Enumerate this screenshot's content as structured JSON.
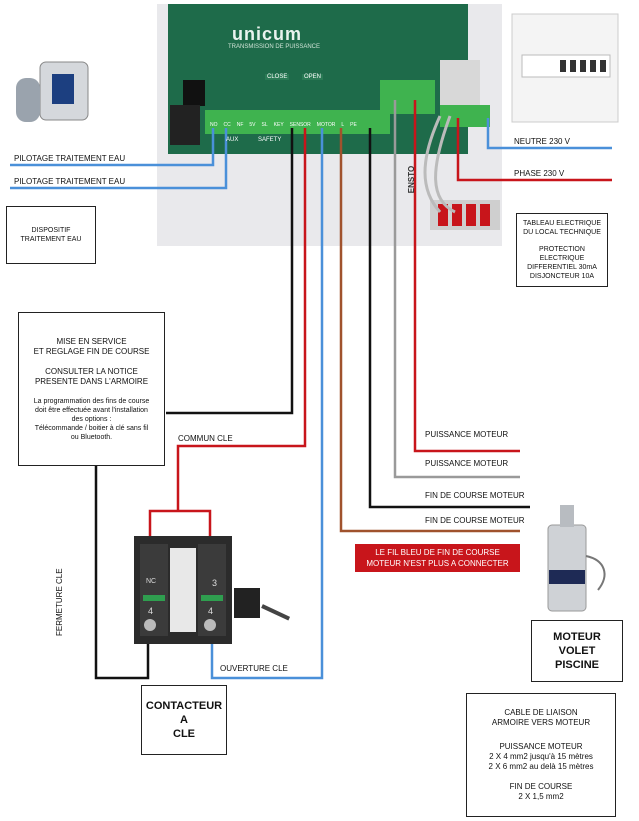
{
  "board": {
    "brand": "unicum",
    "subtitle": "TRANSMISSION DE PUISSANCE",
    "terminals": [
      "NO",
      "CC",
      "NF",
      "5V",
      "SL",
      "KEY",
      "SENSOR",
      "MOTOR",
      "L",
      "PE"
    ],
    "close_label": "CLOSE",
    "open_label": "OPEN",
    "aux_label": "AUX",
    "safety_label": "SAFETY",
    "ensto_label": "ENSTO"
  },
  "labels": {
    "pilotage1": "PILOTAGE TRAITEMENT EAU",
    "pilotage2": "PILOTAGE TRAITEMENT EAU",
    "neutre": "NEUTRE 230 V",
    "phase": "PHASE 230 V",
    "commun_cle": "COMMUN CLE",
    "puissance1": "PUISSANCE MOTEUR",
    "puissance2": "PUISSANCE MOTEUR",
    "fin_course1": "FIN DE COURSE MOTEUR",
    "fin_course2": "FIN DE COURSE MOTEUR",
    "fermeture_cle": "FERMETURE CLE",
    "ouverture_cle": "OUVERTURE CLE"
  },
  "boxes": {
    "dispositif": [
      "DISPOSITIF",
      "TRAITEMENT EAU"
    ],
    "tableau": {
      "title": [
        "TABLEAU ELECTRIQUE",
        "DU LOCAL TECHNIQUE"
      ],
      "protection": [
        "PROTECTION ELECTRIQUE",
        "DIFFERENTIEL 30mA",
        "DISJONCTEUR 10A"
      ]
    },
    "mise_en_service": {
      "title": [
        "MISE EN SERVICE",
        "ET REGLAGE FIN DE COURSE"
      ],
      "notice": [
        "CONSULTER LA NOTICE",
        "PRESENTE DANS L'ARMOIRE"
      ],
      "text": [
        "La programmation des fins de course",
        "doit être effectuée avant l'installation",
        "des options :",
        "Télécommande / boitier à clé sans fil",
        "ou Bluetooth."
      ]
    },
    "contacteur": [
      "CONTACTEUR",
      "A",
      "CLE"
    ],
    "moteur": [
      "MOTEUR",
      "VOLET",
      "PISCINE"
    ],
    "cable": {
      "title": [
        "CABLE DE LIAISON",
        "ARMOIRE VERS MOTEUR"
      ],
      "puissance": [
        "PUISSANCE MOTEUR",
        "2 X 4 mm2 jusqu'à 15 mètres",
        "2 X 6 mm2 au delà 15 mètres"
      ],
      "fin": [
        "FIN DE COURSE",
        "2 X 1,5 mm2"
      ]
    }
  },
  "notice_red": [
    "LE FIL BLEU DE FIN DE COURSE",
    "MOTEUR N'EST PLUS A CONNECTER"
  ],
  "switch": {
    "terminal_nc": "NC",
    "terminal_3": "3",
    "terminal_4": "4"
  },
  "colors": {
    "blue": "#4a90d9",
    "red": "#c8151b",
    "grey": "#9a9a9a",
    "brown": "#a0522d",
    "black": "#111111",
    "pcb": "#1e6b4a"
  }
}
